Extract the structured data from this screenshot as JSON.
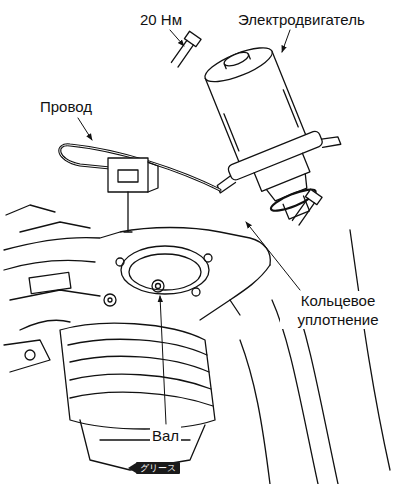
{
  "diagram": {
    "nodes": [
      {
        "text": [
          "グリース"
        ]
      }
    ],
    "labels": [
      "20 Нм",
      "Электродвигатель",
      "Провод",
      "Кольцевое уплотнение",
      "Вал"
    ]
  }
}
